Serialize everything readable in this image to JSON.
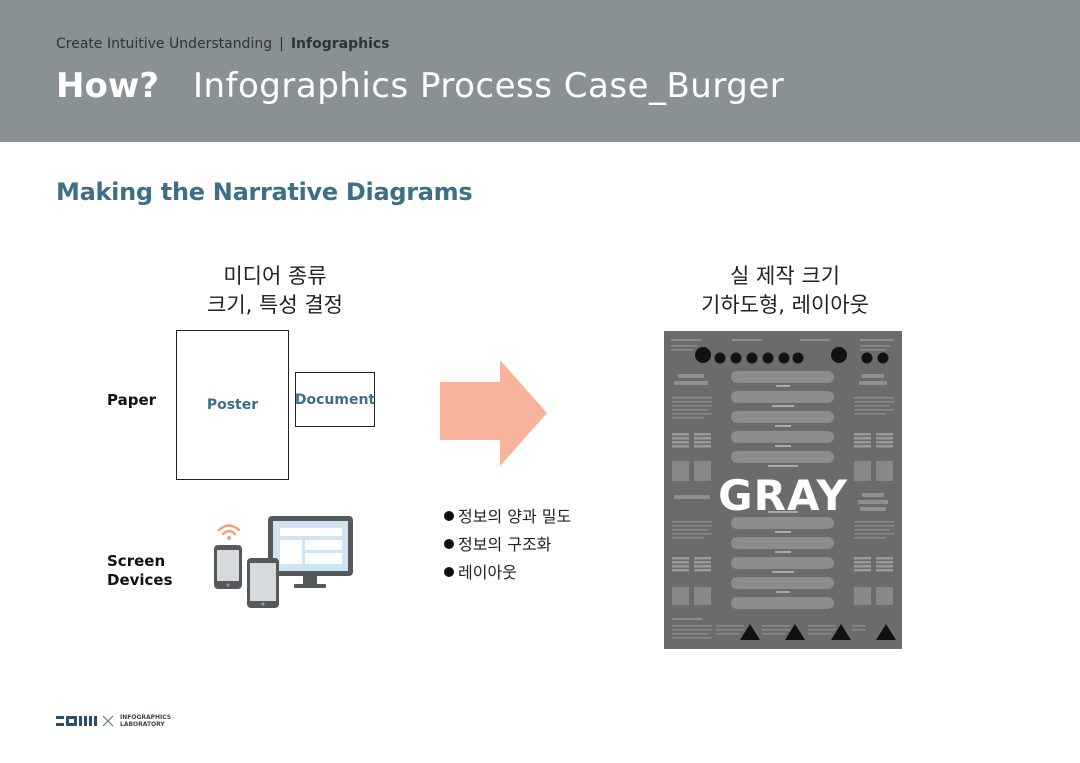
{
  "header": {
    "breadcrumb_parent": "Create Intuitive Understanding",
    "breadcrumb_separator": "|",
    "breadcrumb_current": "Infographics",
    "title_prefix": "How?",
    "title_main": "Infographics Process Case_Burger"
  },
  "section_title": "Making the Narrative Diagrams",
  "left": {
    "caption_line1": "미디어 종류",
    "caption_line2": "크기, 특성 결정",
    "paper_label": "Paper",
    "screen_label_line1": "Screen",
    "screen_label_line2": "Devices",
    "poster_label": "Poster",
    "document_label": "Document"
  },
  "bullets": [
    "정보의 양과 밀도",
    "정보의 구조화",
    "레이아웃"
  ],
  "right": {
    "caption_line1": "실 제작 크기",
    "caption_line2": "기하도형, 레이아웃",
    "poster_headline": "GRAY"
  },
  "footer": {
    "logo_line1": "INFOGRAPHICS",
    "logo_line2": "LABORATORY"
  },
  "colors": {
    "header_bg": "#8a9194",
    "accent": "#3d6f89",
    "arrow": "#f7b39c",
    "poster_bg": "#6b6b6b"
  }
}
